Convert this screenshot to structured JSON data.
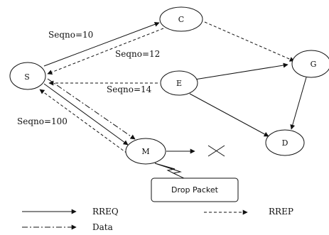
{
  "nodes": {
    "S": "S",
    "C": "C",
    "E": "E",
    "G": "G",
    "D": "D",
    "M": "M"
  },
  "edge_labels": {
    "s_c": "Seqno=10",
    "c_s": "Seqno=12",
    "e_s": "Seqno=14",
    "m_s": "Seqno=100"
  },
  "drop_label": "Drop Packet",
  "legend": {
    "rreq": "RREQ",
    "rrep": "RREP",
    "data": "Data"
  },
  "colors": {
    "ink": "#111111",
    "background": "#ffffff"
  }
}
